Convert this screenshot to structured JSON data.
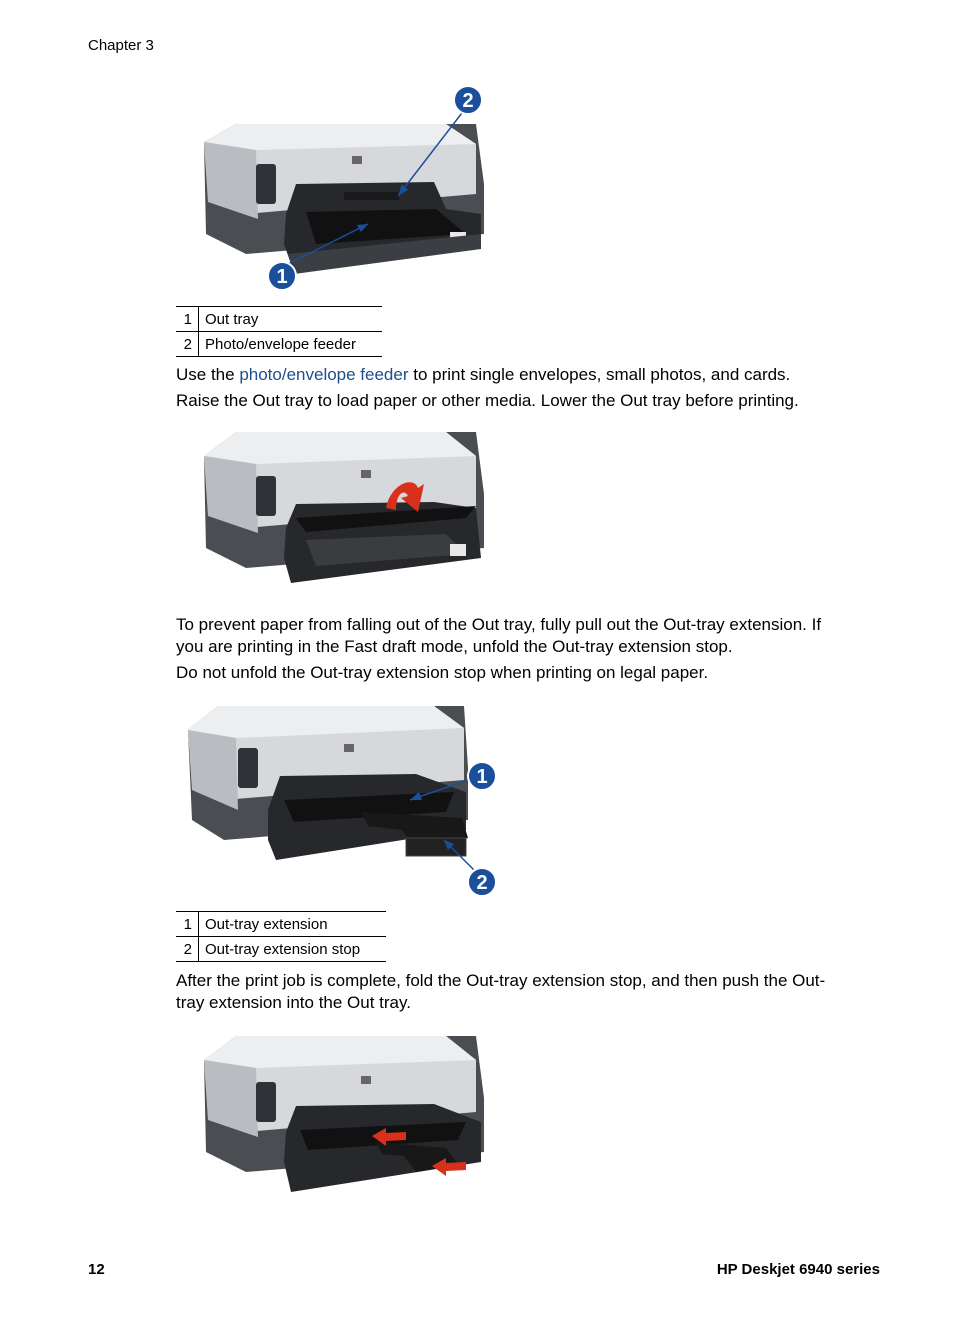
{
  "header": {
    "chapter": "Chapter 3"
  },
  "figure1": {
    "callouts": [
      "1",
      "2"
    ],
    "legend": [
      {
        "num": "1",
        "label": "Out tray"
      },
      {
        "num": "2",
        "label": "Photo/envelope feeder"
      }
    ]
  },
  "text": {
    "p1_pre": "Use the ",
    "p1_link": "photo/envelope feeder",
    "p1_post": " to print single envelopes, small photos, and cards.",
    "p2": "Raise the Out tray to load paper or other media. Lower the Out tray before printing.",
    "p3_line1": "To prevent paper from falling out of the Out tray, fully pull out the Out-tray extension. If",
    "p3_line2": "you are printing in the Fast draft mode, unfold the Out-tray extension stop.",
    "p4": "Do not unfold the Out-tray extension stop when printing on legal paper.",
    "p5_line1": "After the print job is complete, fold the Out-tray extension stop, and then push the Out-",
    "p5_line2": "tray extension into the Out tray."
  },
  "figure3": {
    "callouts": [
      "1",
      "2"
    ],
    "legend": [
      {
        "num": "1",
        "label": "Out-tray extension"
      },
      {
        "num": "2",
        "label": "Out-tray extension stop"
      }
    ]
  },
  "footer": {
    "page_number": "12",
    "product": "HP Deskjet 6940 series"
  },
  "colors": {
    "link": "#1f4e8c",
    "callout": "#1b4f9c",
    "arrow": "#d9301c"
  }
}
